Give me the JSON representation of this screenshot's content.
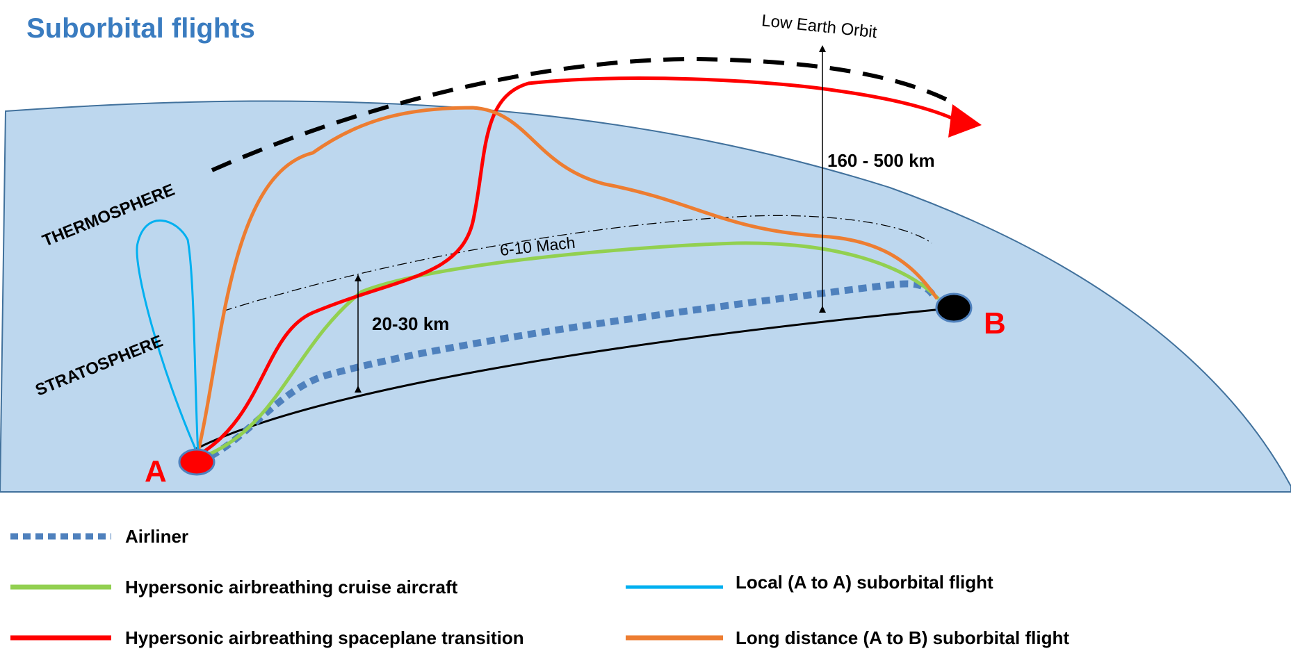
{
  "title": "Suborbital flights",
  "labels": {
    "low_earth_orbit": "Low Earth Orbit",
    "thermosphere": "THERMOSPHERE",
    "stratosphere": "STRATOSPHERE",
    "mach": "6-10 Mach",
    "altitude_leo": "160 - 500 km",
    "altitude_strat": "20-30 km",
    "point_a": "A",
    "point_b": "B"
  },
  "legend": [
    {
      "id": "airliner",
      "label": "Airliner",
      "color": "#4f81bd",
      "style": "dotted"
    },
    {
      "id": "cruise",
      "label": "Hypersonic airbreathing cruise aircraft",
      "color": "#92d050",
      "style": "solid"
    },
    {
      "id": "spaceplane",
      "label": "Hypersonic airbreathing spaceplane transition",
      "color": "#ff0000",
      "style": "solid"
    },
    {
      "id": "local",
      "label": "Local (A to A) suborbital flight",
      "color": "#00b0f0",
      "style": "solid"
    },
    {
      "id": "long",
      "label": "Long distance (A to B) suborbital flight",
      "color": "#ed7d31",
      "style": "solid"
    }
  ],
  "colors": {
    "title": "#3a7cc0",
    "earth": "#bdd7ee",
    "earth_edge": "#41719c",
    "point_label": "#ff0000",
    "point_a_fill": "#ff0000",
    "point_b_fill": "#000000"
  }
}
